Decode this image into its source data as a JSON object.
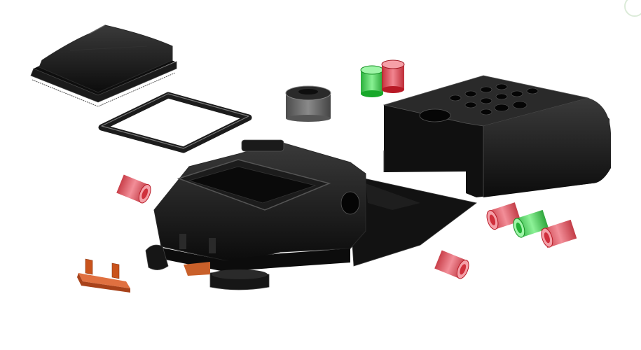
{
  "scene": {
    "background": "#ffffff",
    "parts": [
      {
        "name": "gasket-pad",
        "icon": "gasket-pad-icon",
        "color": "#141414"
      },
      {
        "name": "square-o-ring",
        "icon": "o-ring-icon",
        "color": "#1c1c1c"
      },
      {
        "name": "cylinder-cap",
        "icon": "cylinder-icon",
        "color": "#5c5c5c"
      },
      {
        "name": "green-light-pipe",
        "icon": "light-pipe-icon",
        "color": "#2fd13f"
      },
      {
        "name": "red-light-pipe",
        "icon": "light-pipe-icon",
        "color": "#e23a3a"
      },
      {
        "name": "top-cover",
        "icon": "cover-icon",
        "color": "#121212"
      },
      {
        "name": "main-housing",
        "icon": "housing-icon",
        "color": "#151515"
      },
      {
        "name": "clip",
        "icon": "clip-icon",
        "color": "#c9531c"
      },
      {
        "name": "red-spacer",
        "icon": "spacer-icon",
        "color": "#e35060"
      },
      {
        "name": "green-spacer",
        "icon": "spacer-icon",
        "color": "#38d044"
      }
    ]
  }
}
